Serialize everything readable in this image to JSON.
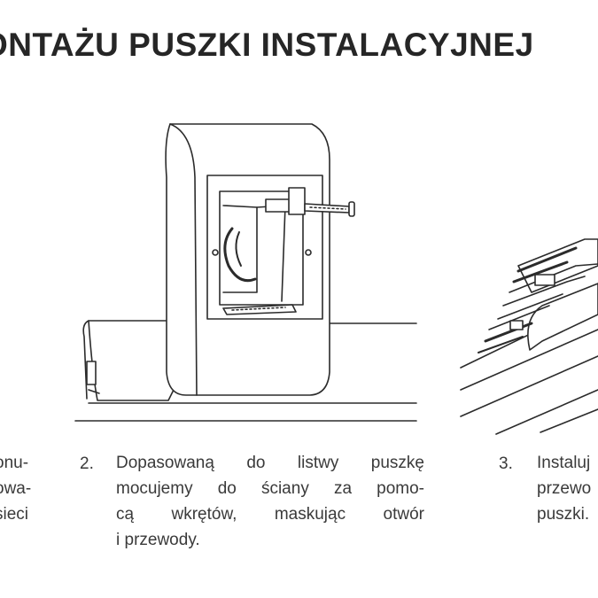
{
  "title": "ONTAŻU PUSZKI INSTALACYJNEJ",
  "steps": [
    {
      "number": "",
      "lines": [
        "onu-",
        "owa-",
        "sieci"
      ]
    },
    {
      "number": "2.",
      "lines": [
        "Dopasowaną do listwy puszkę",
        "mocujemy do ściany za pomo-",
        "cą wkrętów, maskując otwór",
        "i przewody."
      ]
    },
    {
      "number": "3.",
      "lines": [
        "Instaluj",
        "przewo",
        "puszki."
      ]
    }
  ]
}
